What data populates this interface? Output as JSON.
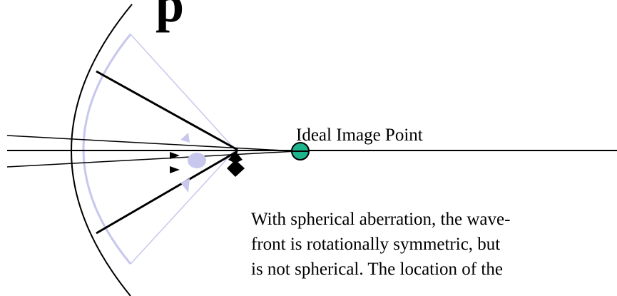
{
  "title_fragment": "p",
  "ideal_point_label": "Ideal Image Point",
  "caption_lines": [
    "With spherical aberration, the wave-",
    "front is rotationally symmetric, but",
    "is not spherical.  The location of the"
  ],
  "colors": {
    "line": "#000000",
    "reference_sphere": "#c8c8ee",
    "pupil_marker": "#c8c8ee",
    "ideal_point_fill": "#1db48c"
  }
}
